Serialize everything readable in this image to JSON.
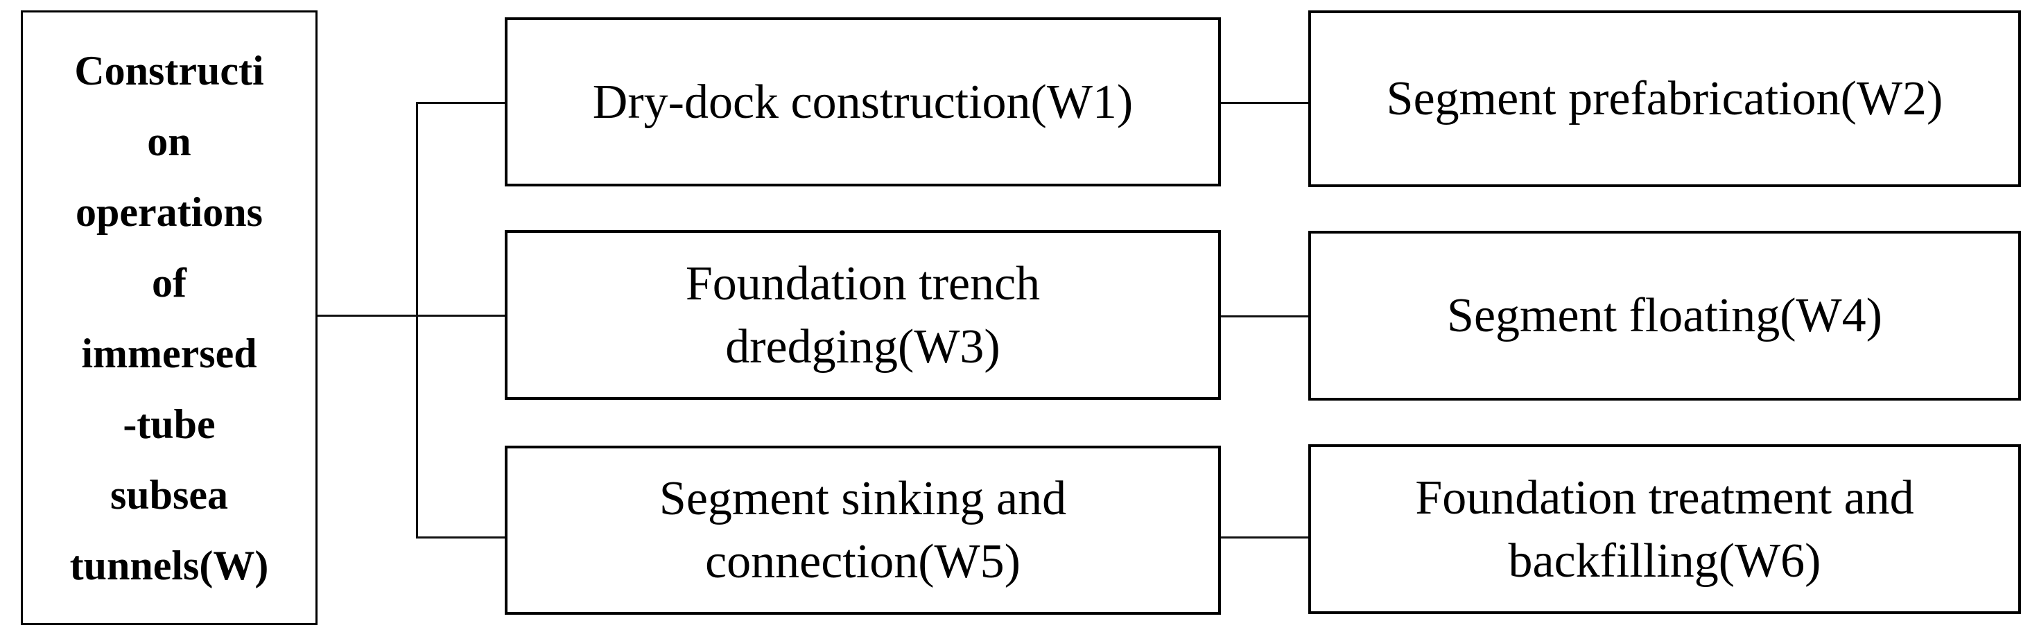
{
  "diagram": {
    "title": "Construction operations breakdown of immersed-tube subsea tunnels",
    "colors": {
      "background": "#ffffff",
      "box_border": "#000000",
      "connector": "#111111",
      "text": "#000000"
    },
    "root": {
      "id": "W",
      "label": "Constructi\non\noperations\nof\nimmersed\n-tube\nsubsea\ntunnels(W)"
    },
    "nodes": [
      {
        "id": "W1",
        "label": "Dry-dock construction(W1)"
      },
      {
        "id": "W2",
        "label": "Segment prefabrication(W2)"
      },
      {
        "id": "W3",
        "label": "Foundation trench\ndredging(W3)"
      },
      {
        "id": "W4",
        "label": "Segment floating(W4)"
      },
      {
        "id": "W5",
        "label": "Segment sinking and\nconnection(W5)"
      },
      {
        "id": "W6",
        "label": "Foundation treatment and\nbackfilling(W6)"
      }
    ],
    "edges": [
      {
        "from": "W",
        "to": "W1"
      },
      {
        "from": "W",
        "to": "W3"
      },
      {
        "from": "W",
        "to": "W5"
      },
      {
        "from": "W1",
        "to": "W2"
      },
      {
        "from": "W3",
        "to": "W4"
      },
      {
        "from": "W5",
        "to": "W6"
      }
    ]
  }
}
